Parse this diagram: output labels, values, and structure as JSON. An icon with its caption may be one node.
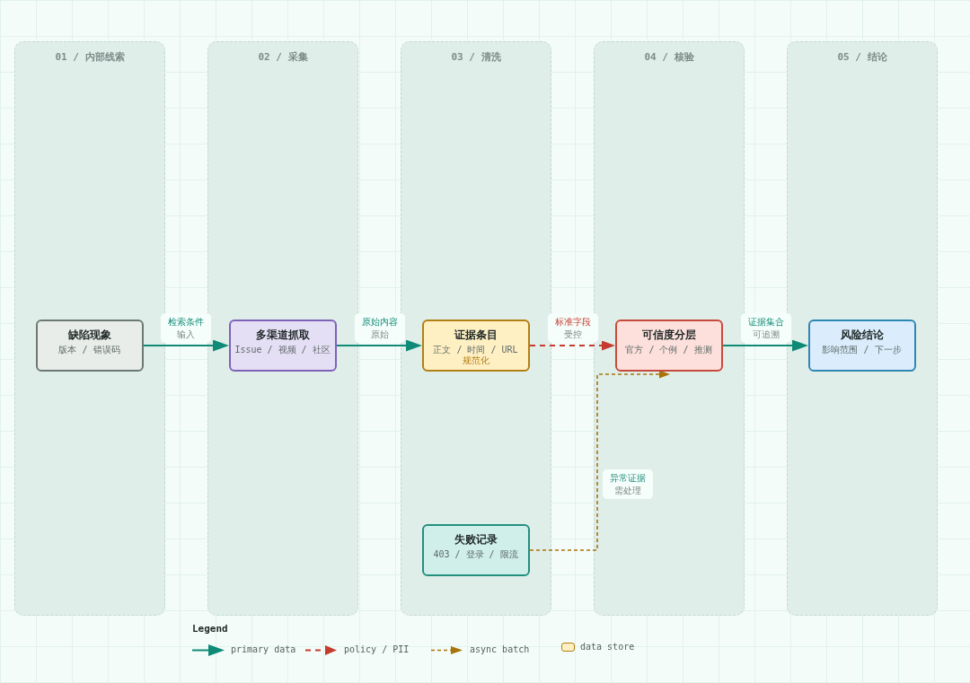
{
  "diagram": {
    "nodes": [
      {
        "text": [
          "01 / 内部线索"
        ]
      },
      {
        "text": [
          "02 / 采集"
        ]
      },
      {
        "text": [
          "03 / 清洗"
        ]
      },
      {
        "text": [
          "04 / 核验"
        ]
      },
      {
        "text": [
          "05 / 结论"
        ]
      },
      {
        "text": [
          "缺陷现象",
          "版本 / 错误码"
        ],
        "in": 0
      },
      {
        "text": [
          "多渠道抓取",
          "Issue / 视频 / 社区"
        ],
        "in": 1
      },
      {
        "text": [
          "证据条目",
          "正文 / 时间 / URL",
          "规范化"
        ],
        "in": 2
      },
      {
        "text": [
          "失败记录",
          "403 / 登录 / 限流"
        ],
        "in": 2
      },
      {
        "text": [
          "可信度分层",
          "官方 / 个例 / 推测"
        ],
        "in": 3
      },
      {
        "text": [
          "风险结论",
          "影响范围 / 下一步"
        ],
        "in": 4
      }
    ],
    "edges": [
      {
        "from": 5,
        "to": 6,
        "arrow": "to",
        "label": "检索条件"
      },
      {
        "from": 6,
        "to": 7,
        "arrow": "to",
        "label": "原始内容"
      },
      {
        "from": 7,
        "to": 9,
        "arrow": "to",
        "label": "标准字段",
        "style": "dashed",
        "color": "#c63b2e"
      },
      {
        "from": 9,
        "to": 10,
        "arrow": "to",
        "label": "证据集合"
      },
      {
        "from": 8,
        "to": 9,
        "arrow": "to",
        "label": "异常证据",
        "style": "dashed",
        "color": "#a8740a"
      }
    ],
    "labels": [
      "输入",
      "原始",
      "受控",
      "可追溯",
      "需处理",
      "Legend"
    ],
    "legend": [
      {
        "text": "primary data"
      },
      {
        "text": "policy / PII"
      },
      {
        "text": "async batch"
      },
      {
        "text": "data store",
        "color": "#fff0c4"
      }
    ]
  }
}
